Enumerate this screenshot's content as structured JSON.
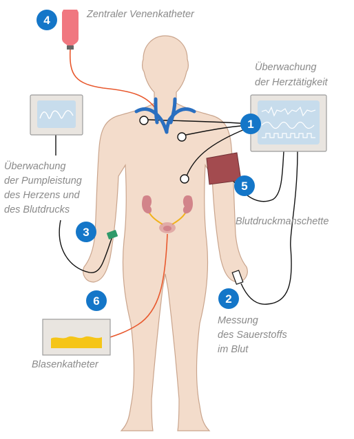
{
  "colors": {
    "badge": "#1476c8",
    "skin": "#f3dccb",
    "skin_outline": "#c9a48c",
    "vein": "#2a6fc0",
    "tube_red": "#e8582d",
    "tube_yellow": "#f1b21a",
    "cuff": "#a34b4f",
    "bag": "#f07780",
    "monitor_body": "#e9e5e0",
    "monitor_screen": "#c7dcec",
    "urine": "#f5c518",
    "kidney": "#d2848a",
    "clip": "#2f9a6a"
  },
  "items": [
    {
      "number": "1",
      "label_lines": [
        "Überwachung",
        "der Herztätigkeit"
      ]
    },
    {
      "number": "2",
      "label_lines": [
        "Messung",
        "des Sauerstoffs",
        "im Blut"
      ]
    },
    {
      "number": "3",
      "label_lines": [
        "Überwachung",
        "der Pumpleistung",
        "des Herzens und",
        "des Blutdrucks"
      ]
    },
    {
      "number": "4",
      "label_lines": [
        "Zentraler Venenkatheter"
      ]
    },
    {
      "number": "5",
      "label_lines": [
        "Blutdruckmanschette"
      ]
    },
    {
      "number": "6",
      "label_lines": [
        "Blasenkatheter"
      ]
    }
  ],
  "icons": {
    "heart_monitor": "ecg-monitor-icon",
    "pressure_monitor": "waveform-monitor-icon",
    "infusion_bag": "infusion-bag-icon",
    "cuff": "blood-pressure-cuff-icon",
    "urine_bag": "urine-bag-icon",
    "oximeter": "pulse-oximeter-icon",
    "arterial_line": "arterial-catheter-icon"
  }
}
